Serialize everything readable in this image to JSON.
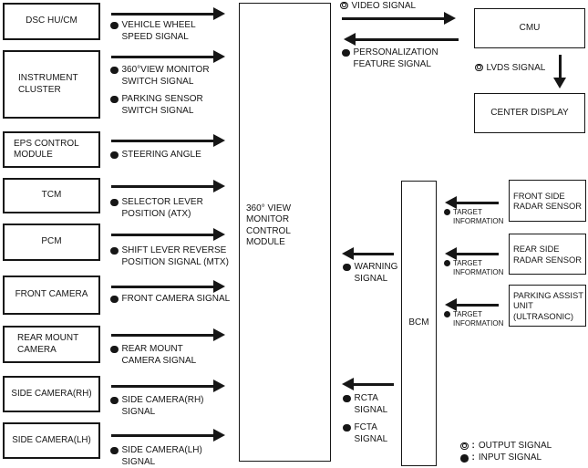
{
  "modules": {
    "left": [
      {
        "label": "DSC HU/CM"
      },
      {
        "label": "INSTRUMENT\nCLUSTER"
      },
      {
        "label": "EPS CONTROL\nMODULE"
      },
      {
        "label": "TCM"
      },
      {
        "label": "PCM"
      },
      {
        "label": "FRONT CAMERA"
      },
      {
        "label": "REAR MOUNT\nCAMERA"
      },
      {
        "label": "SIDE CAMERA(RH)"
      },
      {
        "label": "SIDE CAMERA(LH)"
      }
    ],
    "center": {
      "label": "360° VIEW MONITOR\nCONTROL MODULE"
    },
    "cmu": {
      "label": "CMU"
    },
    "center_display": {
      "label": "CENTER DISPLAY"
    },
    "bcm": {
      "label": "BCM"
    },
    "right": [
      {
        "label": "FRONT SIDE\nRADAR SENSOR"
      },
      {
        "label": "REAR SIDE\nRADAR SENSOR"
      },
      {
        "label": "PARKING ASSIST\nUNIT\n(ULTRASONIC)"
      }
    ]
  },
  "signals": {
    "input_to_center": [
      {
        "label": "VEHICLE WHEEL\nSPEED SIGNAL"
      },
      {
        "label": "360°VIEW MONITOR\nSWITCH SIGNAL"
      },
      {
        "label": "PARKING SENSOR\nSWITCH SIGNAL"
      },
      {
        "label": "STEERING ANGLE"
      },
      {
        "label": "SELECTOR LEVER\nPOSITION (ATX)"
      },
      {
        "label": "SHIFT LEVER REVERSE\nPOSITION SIGNAL (MTX)"
      },
      {
        "label": "FRONT CAMERA SIGNAL"
      },
      {
        "label": "REAR MOUNT\nCAMERA SIGNAL"
      },
      {
        "label": "SIDE CAMERA(RH)\nSIGNAL"
      },
      {
        "label": "SIDE CAMERA(LH)\nSIGNAL"
      }
    ],
    "video": {
      "label": "VIDEO SIGNAL"
    },
    "personalization": {
      "label": "PERSONALIZATION\nFEATURE SIGNAL"
    },
    "lvds": {
      "label": "LVDS SIGNAL"
    },
    "warning": {
      "label": "WARNING\nSIGNAL"
    },
    "target_information": {
      "label": "TARGET\nINFORMATION"
    },
    "rcta": {
      "label": "RCTA\nSIGNAL"
    },
    "fcta": {
      "label": "FCTA\nSIGNAL"
    }
  },
  "legend": {
    "separator": ":",
    "output": {
      "label": "OUTPUT SIGNAL"
    },
    "input": {
      "label": "INPUT SIGNAL"
    }
  },
  "colors": {
    "ink": "#161616",
    "background": "#ffffff"
  }
}
